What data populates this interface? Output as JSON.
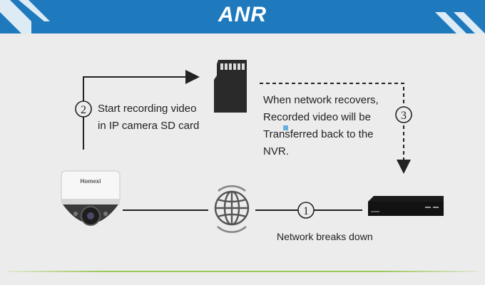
{
  "header": {
    "title": "ANR"
  },
  "steps": {
    "step1": {
      "number": "1",
      "text": "Network breaks down"
    },
    "step2": {
      "number": "2",
      "line1": "Start recording video",
      "line2": "in IP camera SD card"
    },
    "step3": {
      "number": "3",
      "line1": "When network recovers,",
      "line2": "Recorded video will be",
      "line3": "Transferred back to the",
      "line4": "NVR."
    }
  },
  "camera": {
    "brand": "Homexi"
  },
  "colors": {
    "header": "#1f79bd",
    "background": "#ececec",
    "footer": "#9cc959",
    "line": "#222222"
  }
}
